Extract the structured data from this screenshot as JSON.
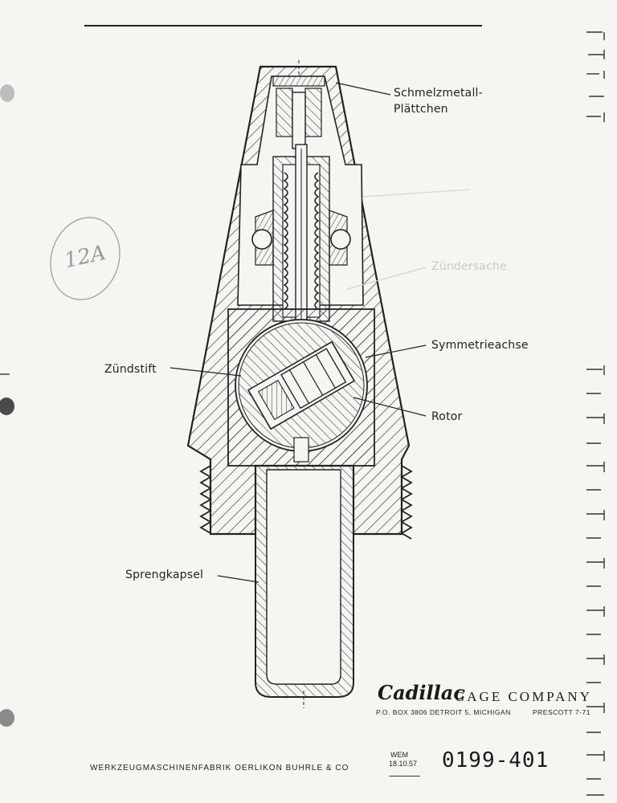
{
  "labels": {
    "schmelz_line1": "Schmelzmetall-",
    "schmelz_line2": "Plättchen",
    "zuendersache": "Zündersache",
    "symmetrieachse": "Symmetrieachse",
    "zuendstift": "Zündstift",
    "rotor": "Rotor",
    "sprengkapsel": "Sprengkapsel"
  },
  "margin_note": "12A",
  "company": {
    "logo_script": "Cadillac",
    "name": "GAGE COMPANY",
    "address": "P.O. BOX 3806 DETROIT 5, MICHIGAN",
    "phone": "PRESCOTT 7-71"
  },
  "footer": {
    "maker": "WERKZEUGMASCHINENFABRIK OERLIKON BUHRLE & CO",
    "stamp_initials": "WEM",
    "stamp_date": "18.10.57",
    "drawing_number": "0199-401"
  }
}
